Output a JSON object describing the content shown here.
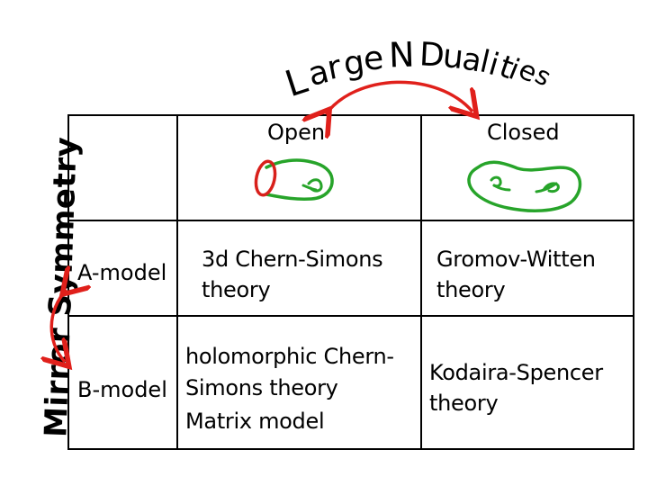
{
  "title": {
    "text": "Large N Dualities",
    "letters": [
      "L",
      "a",
      "r",
      "g",
      "e",
      " ",
      "N",
      " ",
      "D",
      "u",
      "a",
      "l",
      "i",
      "t",
      "i",
      "e",
      "s"
    ]
  },
  "side_title": "Mirror Symmetry",
  "columns": {
    "open": "Open",
    "closed": "Closed"
  },
  "rows": {
    "a_model": "A-model",
    "b_model": "B-model"
  },
  "cells": {
    "a_open": [
      "3d Chern-Simons",
      "theory"
    ],
    "a_closed": [
      "Gromov-Witten",
      "theory"
    ],
    "b_open": [
      "holomorphic Chern-",
      "Simons theory",
      "Matrix model"
    ],
    "b_closed": [
      "Kodaira-Spencer",
      "theory"
    ]
  },
  "icons": {
    "open": "open-string-worldsheet-icon",
    "closed": "closed-riemann-surface-icon"
  },
  "colors": {
    "arrow": "#e0201b",
    "surface": "#27a42a",
    "boundary": "#d8201b",
    "text": "#000000"
  }
}
